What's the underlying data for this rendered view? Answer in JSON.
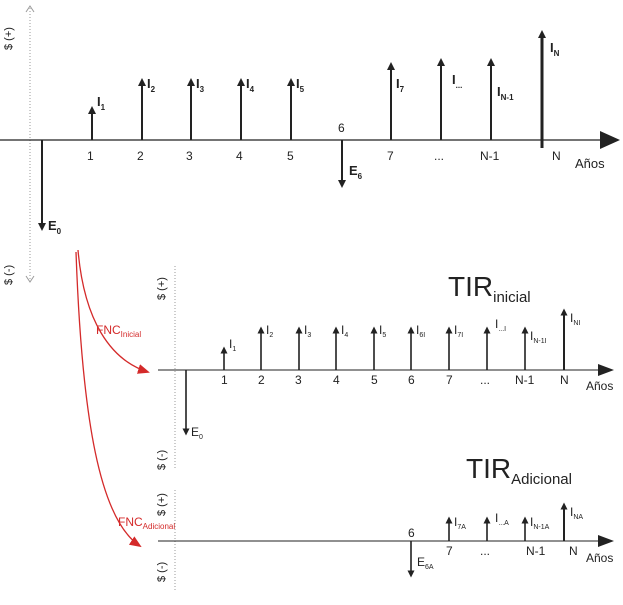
{
  "diagram": {
    "axis_unit": "Años",
    "sign_positive": "$ (+)",
    "sign_negative": "$ (-)",
    "periods_main": [
      "1",
      "2",
      "3",
      "4",
      "5",
      "6",
      "7",
      "...",
      "N-1",
      "N"
    ],
    "initial_outflow": {
      "base": "E",
      "sub": "0"
    },
    "main_flows": [
      {
        "base": "I",
        "sub": "1"
      },
      {
        "base": "I",
        "sub": "2"
      },
      {
        "base": "I",
        "sub": "3"
      },
      {
        "base": "I",
        "sub": "4"
      },
      {
        "base": "I",
        "sub": "5"
      },
      {
        "base": "E",
        "sub": "6"
      },
      {
        "base": "I",
        "sub": "7"
      },
      {
        "base": "I",
        "sub": "..."
      },
      {
        "base": "I",
        "sub": "N-1"
      },
      {
        "base": "I",
        "sub": "N"
      }
    ],
    "initial_panel": {
      "title_base": "TIR",
      "title_sub": "inicial",
      "arrow_label_base": "FNC",
      "arrow_label_sub": "Inicial",
      "periods": [
        "1",
        "2",
        "3",
        "4",
        "5",
        "6",
        "7",
        "...",
        "N-1",
        "N"
      ],
      "outflow": {
        "base": "E",
        "sub": "0"
      },
      "flows": [
        {
          "base": "I",
          "sub": "1"
        },
        {
          "base": "I",
          "sub": "2"
        },
        {
          "base": "I",
          "sub": "3"
        },
        {
          "base": "I",
          "sub": "4"
        },
        {
          "base": "I",
          "sub": "5"
        },
        {
          "base": "I",
          "sub": "6I"
        },
        {
          "base": "I",
          "sub": "7I"
        },
        {
          "base": "I",
          "sub": "...I"
        },
        {
          "base": "I",
          "sub": "N-1I"
        },
        {
          "base": "I",
          "sub": "NI"
        }
      ]
    },
    "additional_panel": {
      "title_base": "TIR",
      "title_sub": "Adicional",
      "arrow_label_base": "FNC",
      "arrow_label_sub": "Adicional",
      "periods": [
        "6",
        "7",
        "...",
        "N-1",
        "N"
      ],
      "outflow": {
        "base": "E",
        "sub": "6A"
      },
      "flows": [
        {
          "base": "I",
          "sub": "7A"
        },
        {
          "base": "I",
          "sub": "...A"
        },
        {
          "base": "I",
          "sub": "N-1A"
        },
        {
          "base": "I",
          "sub": "NA"
        }
      ]
    },
    "colors": {
      "axis": "#222222",
      "connector": "#d42a2a",
      "dotted": "#9a9a9a"
    }
  }
}
